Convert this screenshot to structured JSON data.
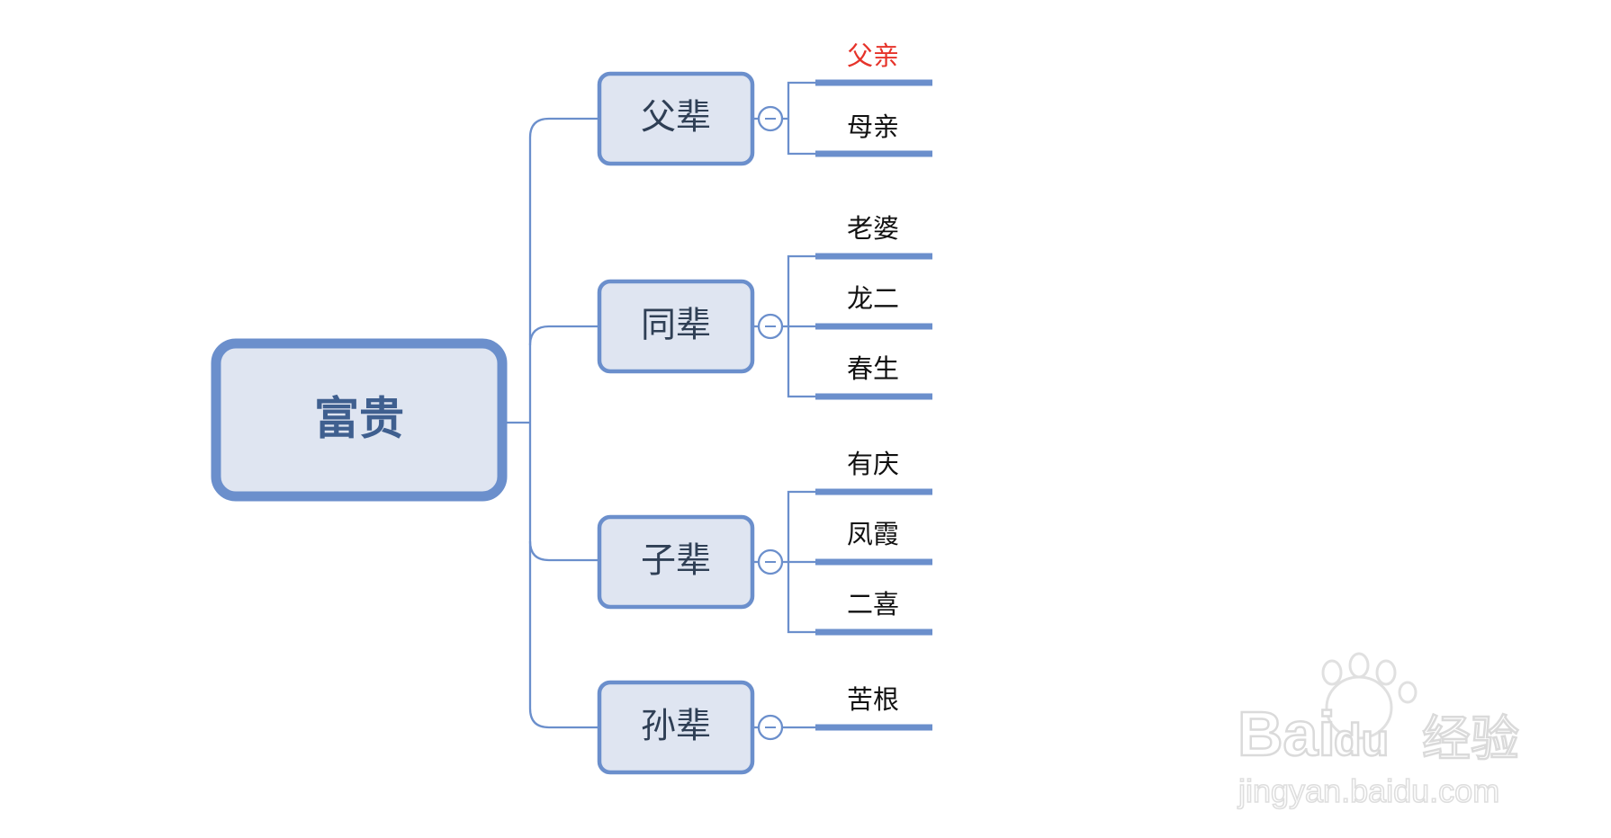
{
  "root": {
    "label": "富贵"
  },
  "branches": [
    {
      "label": "父辈",
      "children": [
        {
          "label": "父亲",
          "color": "#e6332a"
        },
        {
          "label": "母亲"
        }
      ]
    },
    {
      "label": "同辈",
      "children": [
        {
          "label": "老婆"
        },
        {
          "label": "龙二"
        },
        {
          "label": "春生"
        }
      ]
    },
    {
      "label": "子辈",
      "children": [
        {
          "label": "有庆"
        },
        {
          "label": "凤霞"
        },
        {
          "label": "二喜"
        }
      ]
    },
    {
      "label": "孙辈",
      "children": [
        {
          "label": "苦根"
        }
      ]
    }
  ],
  "colors": {
    "line": "#6b8fcc",
    "box_fill": "#dfe5f1",
    "highlight_text": "#e6332a"
  },
  "watermark": {
    "brand_a": "Bai",
    "brand_b": "du",
    "product": "经验",
    "url": "jingyan.baidu.com"
  }
}
